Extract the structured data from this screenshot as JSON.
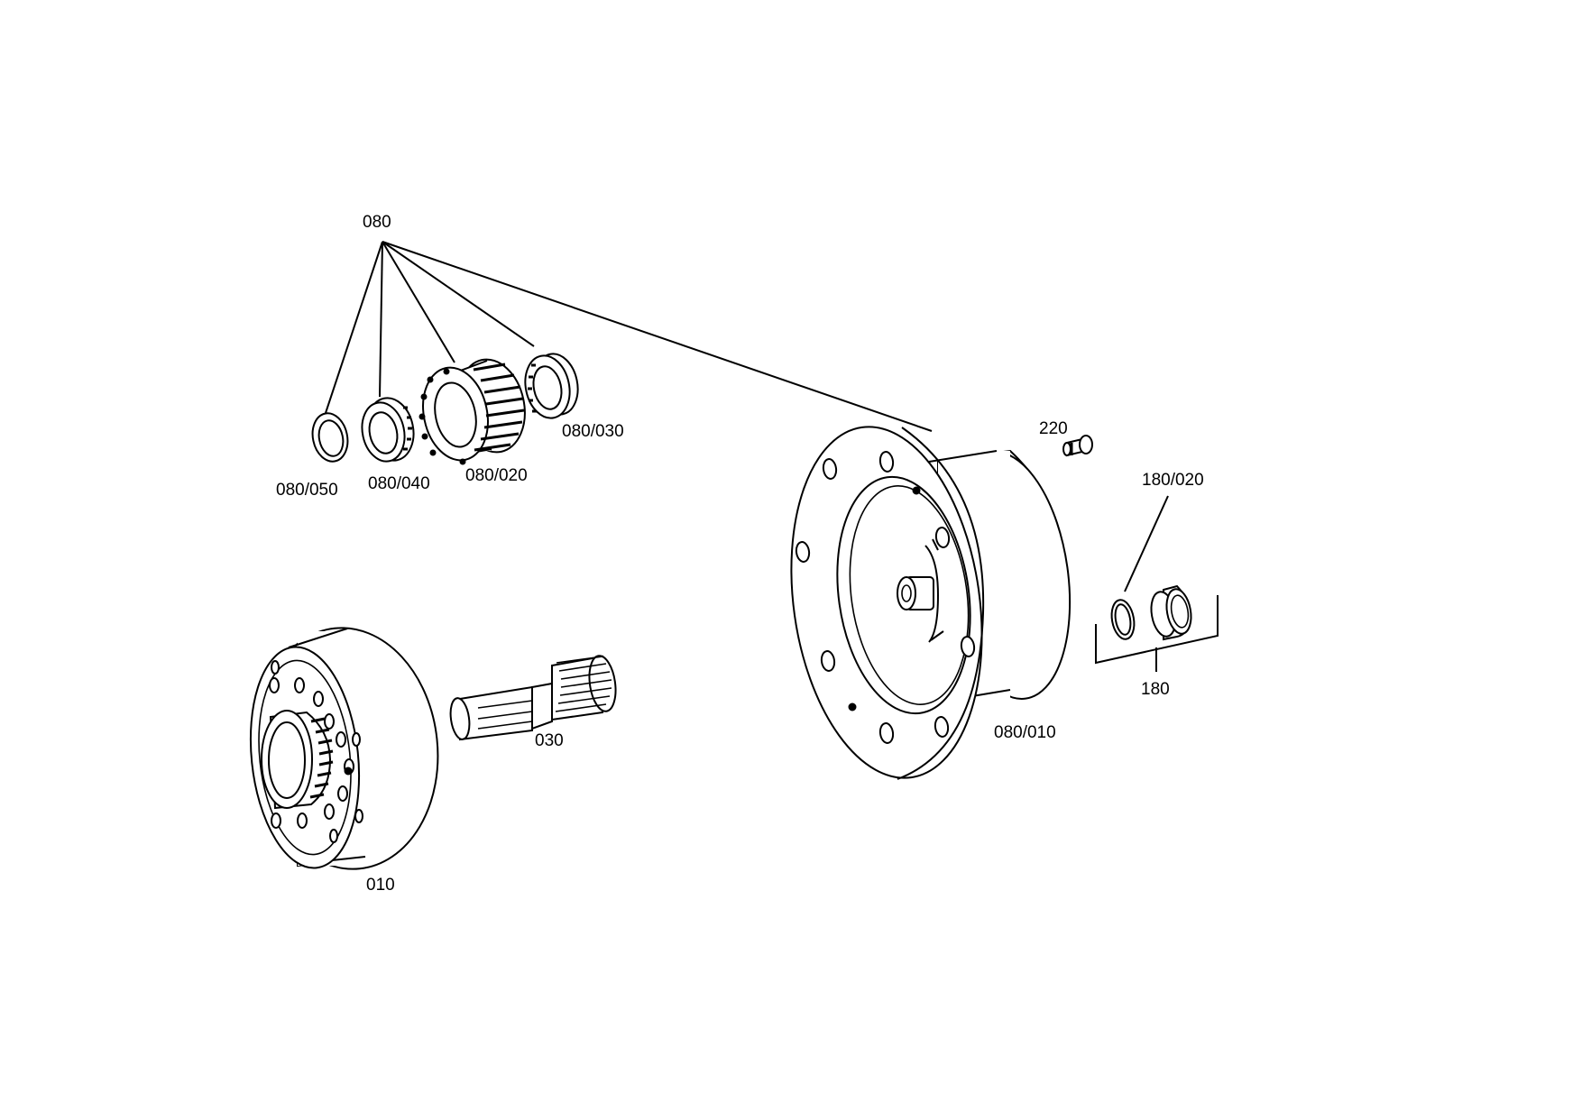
{
  "labels": {
    "l080": "080",
    "l080_050": "080/050",
    "l080_040": "080/040",
    "l080_020": "080/020",
    "l080_030": "080/030",
    "l220": "220",
    "l180_020": "180/020",
    "l180": "180",
    "l080_010": "080/010",
    "l030": "030",
    "l010": "010"
  }
}
